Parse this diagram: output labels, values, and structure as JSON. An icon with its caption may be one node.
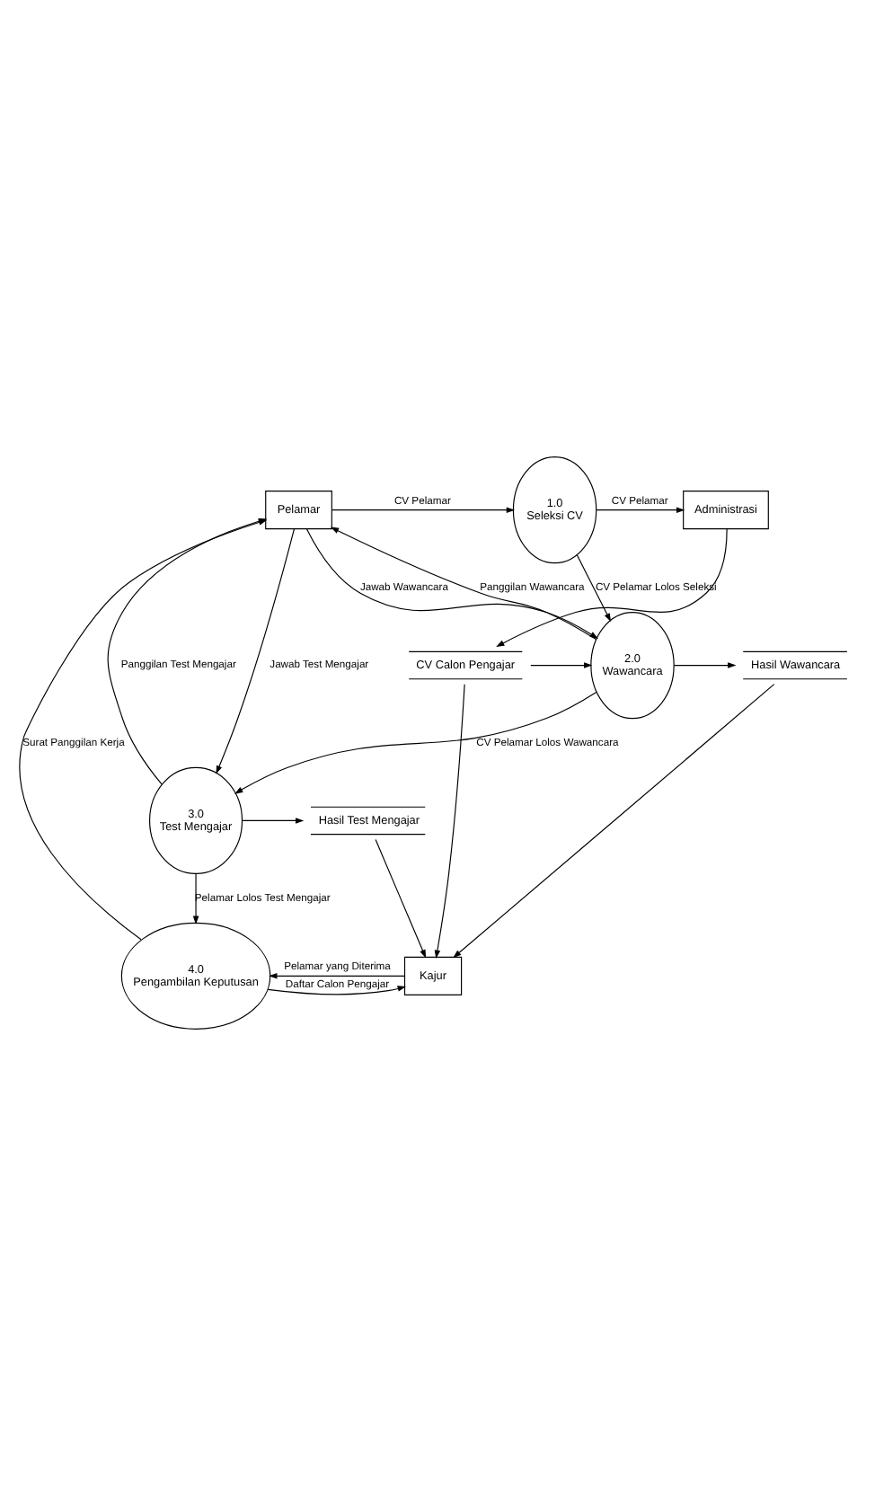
{
  "diagram": {
    "nodes": [
      {
        "text": [
          "Pelamar"
        ]
      },
      {
        "text": [
          "1.0",
          "Seleksi CV"
        ]
      },
      {
        "text": [
          "Administrasi"
        ]
      },
      {
        "text": [
          "2.0",
          "Wawancara"
        ]
      },
      {
        "text": [
          "CV Calon Pengajar"
        ]
      },
      {
        "text": [
          "Hasil Wawancara"
        ]
      },
      {
        "text": [
          "3.0",
          "Test Mengajar"
        ]
      },
      {
        "text": [
          "Hasil Test Mengajar"
        ]
      },
      {
        "text": [
          "4.0",
          "Pengambilan Keputusan"
        ]
      },
      {
        "text": [
          "Kajur"
        ]
      }
    ],
    "edges": [
      {
        "from": 0,
        "to": 1,
        "arrow": "to",
        "label": "CV Pelamar"
      },
      {
        "from": 1,
        "to": 2,
        "arrow": "to",
        "label": "CV Pelamar"
      },
      {
        "from": 2,
        "to": 4,
        "arrow": "to"
      },
      {
        "from": 1,
        "to": 3,
        "arrow": "to",
        "label": "CV Pelamar Lolos Seleksi"
      },
      {
        "from": 4,
        "to": 3,
        "arrow": "to"
      },
      {
        "from": 3,
        "to": 0,
        "arrow": "to",
        "label": "Panggilan Wawancara"
      },
      {
        "from": 0,
        "to": 3,
        "arrow": "to",
        "label": "Jawab Wawancara"
      },
      {
        "from": 3,
        "to": 5,
        "arrow": "to"
      },
      {
        "from": 3,
        "to": 6,
        "arrow": "to",
        "label": "CV Pelamar Lolos Wawancara"
      },
      {
        "from": 6,
        "to": 0,
        "arrow": "to",
        "label": "Panggilan Test Mengajar"
      },
      {
        "from": 0,
        "to": 6,
        "arrow": "to",
        "label": "Jawab Test Mengajar"
      },
      {
        "from": 6,
        "to": 7,
        "arrow": "to"
      },
      {
        "from": 6,
        "to": 8,
        "arrow": "to",
        "label": "Pelamar Lolos Test Mengajar"
      },
      {
        "from": 8,
        "to": 0,
        "arrow": "to",
        "label": "Surat Panggilan Kerja"
      },
      {
        "from": 8,
        "to": 9,
        "arrow": "to",
        "label": "Daftar Calon Pengajar"
      },
      {
        "from": 9,
        "to": 8,
        "arrow": "to",
        "label": "Pelamar yang Diterima"
      },
      {
        "from": 7,
        "to": 9,
        "arrow": "to"
      },
      {
        "from": 5,
        "to": 9,
        "arrow": "to"
      },
      {
        "from": 4,
        "to": 9,
        "arrow": "to"
      }
    ]
  }
}
